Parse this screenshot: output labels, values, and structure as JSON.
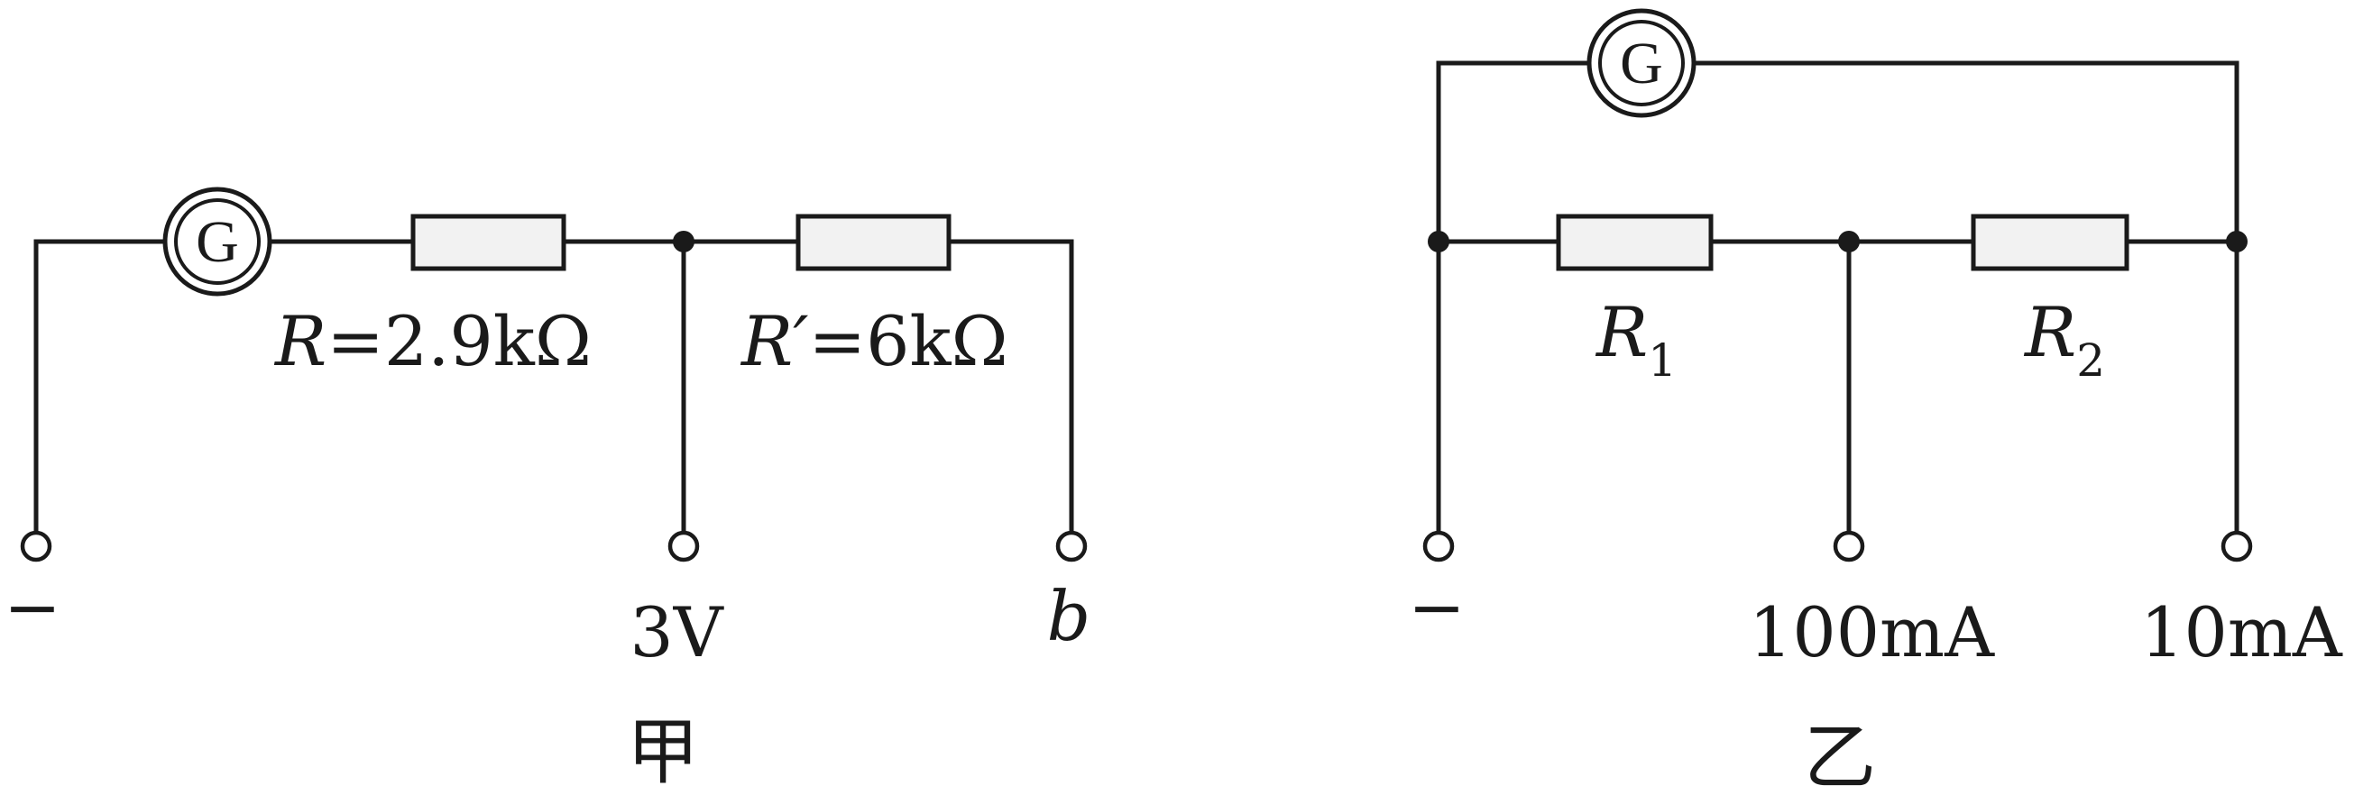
{
  "circuit_a": {
    "galvanometer": "G",
    "resistor_r_symbol": "R",
    "resistor_r_value": "=2.9kΩ",
    "resistor_rp_symbol": "R′",
    "resistor_rp_value": "=6kΩ",
    "terminal_neg": "−",
    "terminal_3v": "3V",
    "terminal_b": "b",
    "caption": "甲"
  },
  "circuit_b": {
    "galvanometer": "G",
    "r1_symbol": "R",
    "r1_sub": "1",
    "r2_symbol": "R",
    "r2_sub": "2",
    "terminal_neg": "−",
    "terminal_100ma": "100mA",
    "terminal_10ma": "10mA",
    "caption": "乙"
  }
}
